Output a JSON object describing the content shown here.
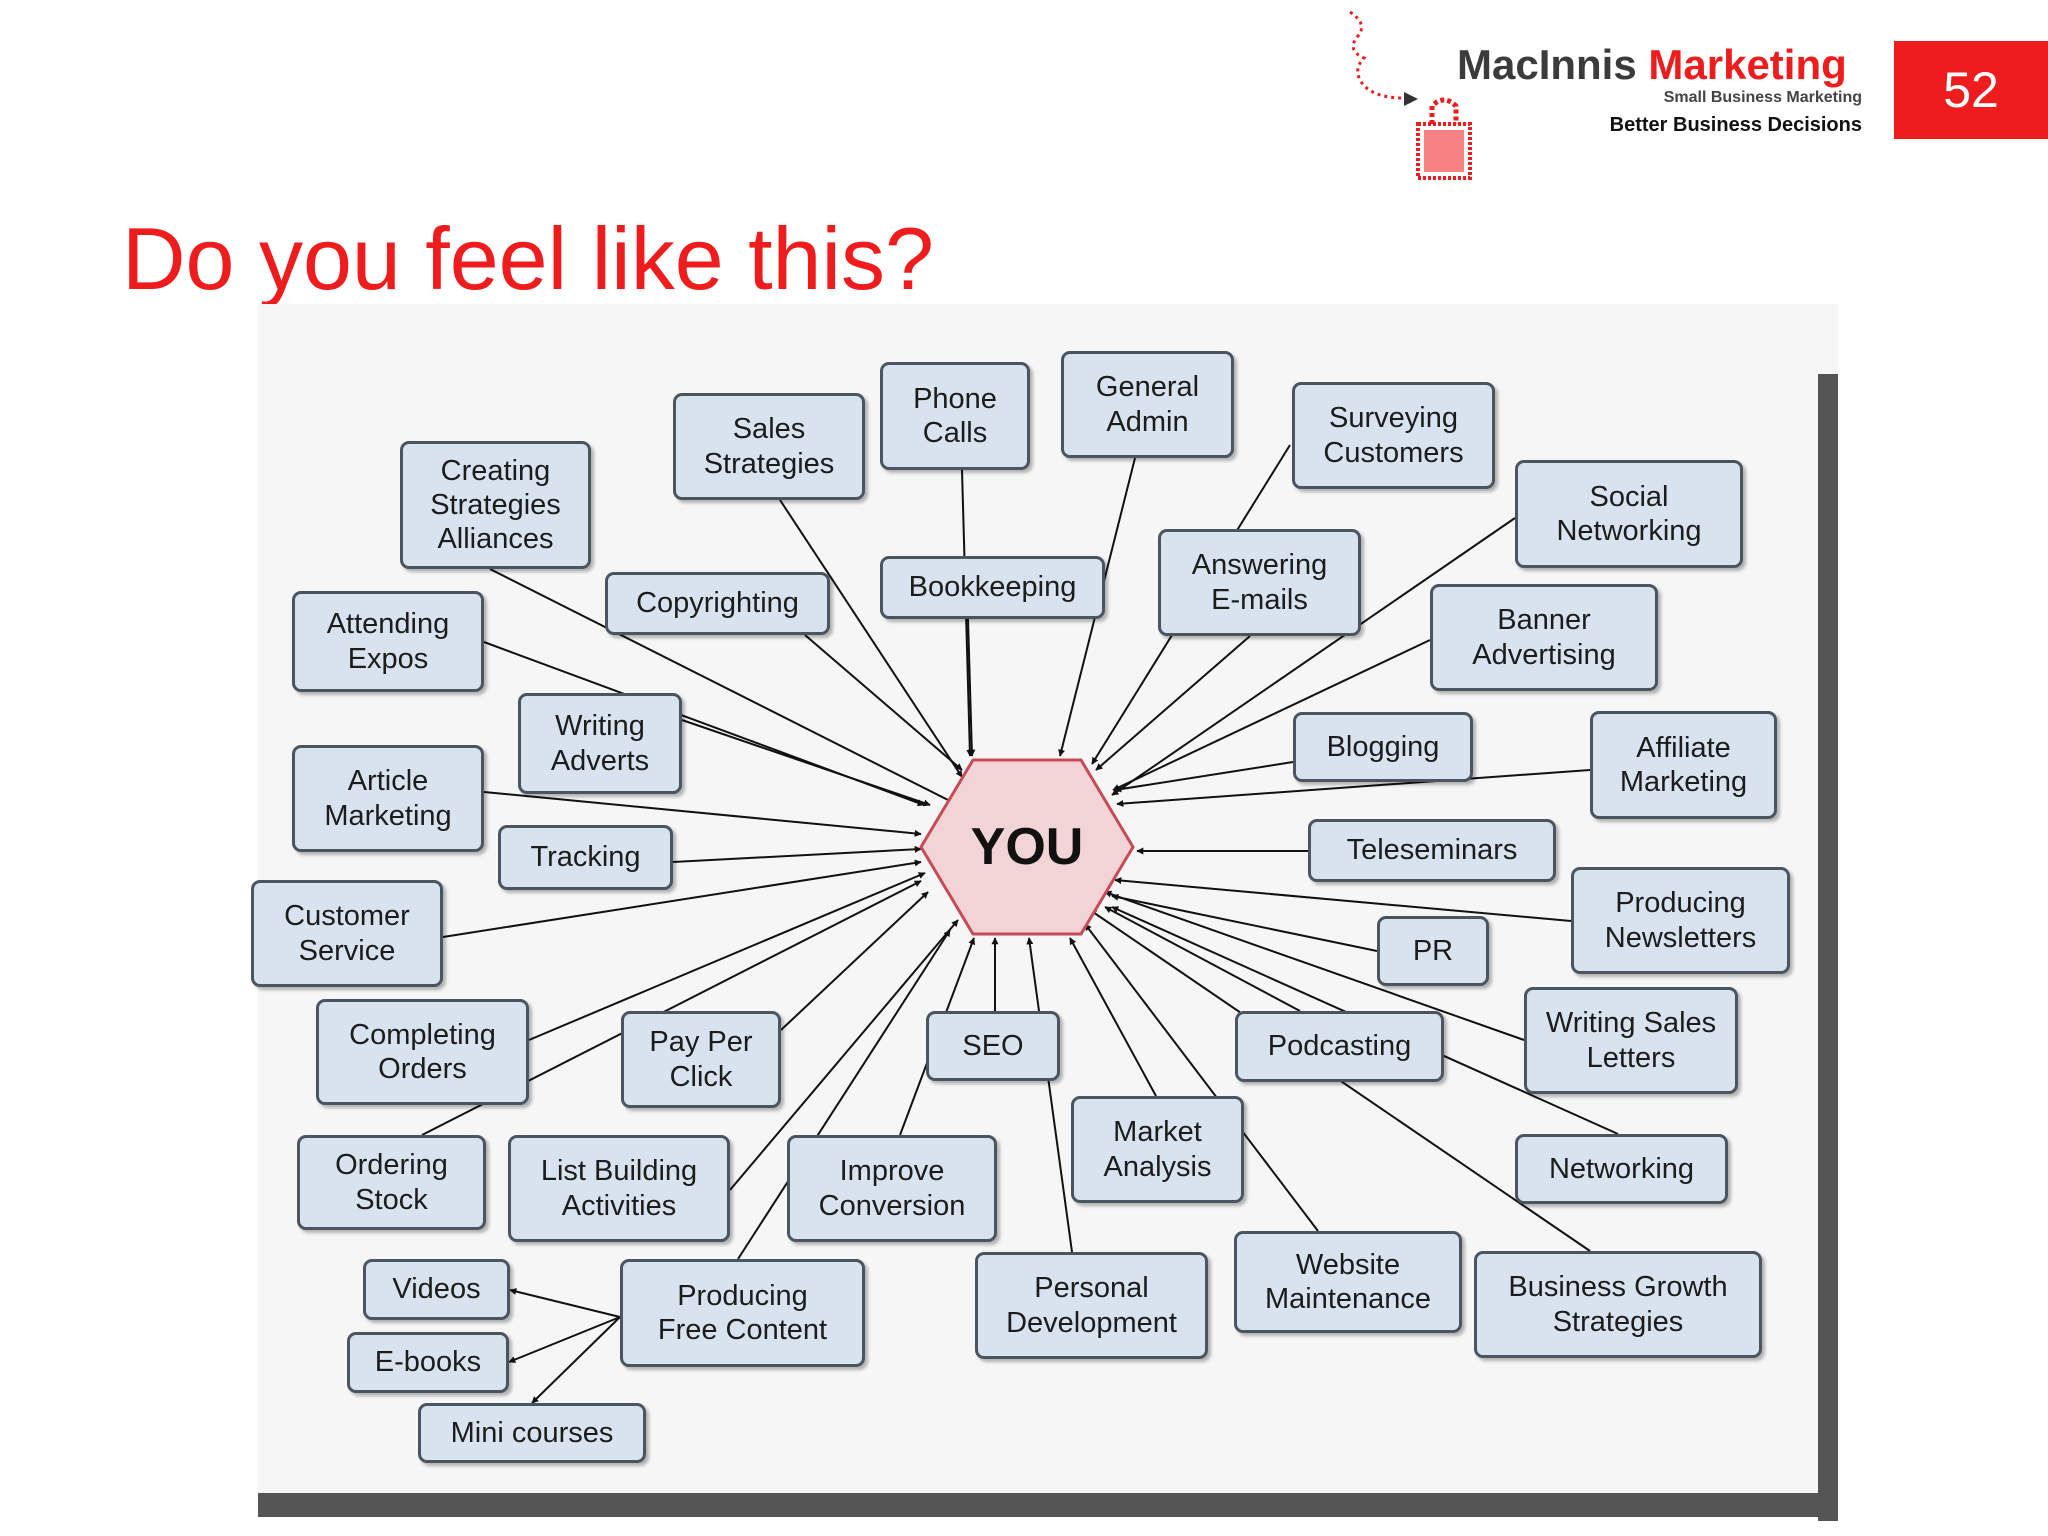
{
  "slide": {
    "number": "52",
    "title": "Do you feel like this?"
  },
  "logo": {
    "name_part1": "MacInnis",
    "name_part2": "Marketing",
    "subtitle": "Small Business Marketing",
    "tagline": "Better Business Decisions",
    "icon": "dotted-shopping-bag-icon"
  },
  "colors": {
    "accent": "#ee1c1c",
    "node_fill": "#d8e3ef",
    "node_border": "#4a5560",
    "hub_fill": "#f2d4d6",
    "hub_border": "#c64b57"
  },
  "diagram": {
    "hub": "YOU",
    "nodes": [
      {
        "id": "creating-strategies-alliances",
        "label": "Creating\nStrategies\nAlliances"
      },
      {
        "id": "sales-strategies",
        "label": "Sales\nStrategies"
      },
      {
        "id": "phone-calls",
        "label": "Phone\nCalls"
      },
      {
        "id": "general-admin",
        "label": "General\nAdmin"
      },
      {
        "id": "surveying-customers",
        "label": "Surveying\nCustomers"
      },
      {
        "id": "social-networking",
        "label": "Social\nNetworking"
      },
      {
        "id": "attending-expos",
        "label": "Attending\nExpos"
      },
      {
        "id": "copyrighting",
        "label": "Copyrighting"
      },
      {
        "id": "bookkeeping",
        "label": "Bookkeeping"
      },
      {
        "id": "answering-emails",
        "label": "Answering\nE-mails"
      },
      {
        "id": "banner-advertising",
        "label": "Banner\nAdvertising"
      },
      {
        "id": "writing-adverts",
        "label": "Writing\nAdverts"
      },
      {
        "id": "article-marketing",
        "label": "Article\nMarketing"
      },
      {
        "id": "blogging",
        "label": "Blogging"
      },
      {
        "id": "affiliate-marketing",
        "label": "Affiliate\nMarketing"
      },
      {
        "id": "tracking",
        "label": "Tracking"
      },
      {
        "id": "teleseminars",
        "label": "Teleseminars"
      },
      {
        "id": "customer-service",
        "label": "Customer\nService"
      },
      {
        "id": "producing-newsletters",
        "label": "Producing\nNewsletters"
      },
      {
        "id": "pr",
        "label": "PR"
      },
      {
        "id": "completing-orders",
        "label": "Completing\nOrders"
      },
      {
        "id": "pay-per-click",
        "label": "Pay Per\nClick"
      },
      {
        "id": "seo",
        "label": "SEO"
      },
      {
        "id": "podcasting",
        "label": "Podcasting"
      },
      {
        "id": "writing-sales-letters",
        "label": "Writing Sales\nLetters"
      },
      {
        "id": "market-analysis",
        "label": "Market\nAnalysis"
      },
      {
        "id": "ordering-stock",
        "label": "Ordering\nStock"
      },
      {
        "id": "list-building-activities",
        "label": "List Building\nActivities"
      },
      {
        "id": "improve-conversion",
        "label": "Improve\nConversion"
      },
      {
        "id": "networking",
        "label": "Networking"
      },
      {
        "id": "videos",
        "label": "Videos"
      },
      {
        "id": "producing-free-content",
        "label": "Producing\nFree Content"
      },
      {
        "id": "personal-development",
        "label": "Personal\nDevelopment"
      },
      {
        "id": "website-maintenance",
        "label": "Website\nMaintenance"
      },
      {
        "id": "business-growth-strategies",
        "label": "Business Growth\nStrategies"
      },
      {
        "id": "e-books",
        "label": "E-books"
      },
      {
        "id": "mini-courses",
        "label": "Mini courses"
      }
    ],
    "edges": [
      {
        "from": "creating-strategies-alliances",
        "to": "hub"
      },
      {
        "from": "sales-strategies",
        "to": "hub"
      },
      {
        "from": "phone-calls",
        "to": "hub"
      },
      {
        "from": "general-admin",
        "to": "hub"
      },
      {
        "from": "surveying-customers",
        "to": "hub"
      },
      {
        "from": "social-networking",
        "to": "hub"
      },
      {
        "from": "attending-expos",
        "to": "hub"
      },
      {
        "from": "copyrighting",
        "to": "hub"
      },
      {
        "from": "bookkeeping",
        "to": "hub"
      },
      {
        "from": "answering-emails",
        "to": "hub"
      },
      {
        "from": "banner-advertising",
        "to": "hub"
      },
      {
        "from": "writing-adverts",
        "to": "hub"
      },
      {
        "from": "article-marketing",
        "to": "hub"
      },
      {
        "from": "blogging",
        "to": "hub"
      },
      {
        "from": "affiliate-marketing",
        "to": "hub"
      },
      {
        "from": "tracking",
        "to": "hub"
      },
      {
        "from": "teleseminars",
        "to": "hub"
      },
      {
        "from": "customer-service",
        "to": "hub"
      },
      {
        "from": "producing-newsletters",
        "to": "hub"
      },
      {
        "from": "pr",
        "to": "hub"
      },
      {
        "from": "completing-orders",
        "to": "hub"
      },
      {
        "from": "ordering-stock",
        "to": "hub"
      },
      {
        "from": "pay-per-click",
        "to": "hub"
      },
      {
        "from": "seo",
        "to": "hub"
      },
      {
        "from": "podcasting",
        "to": "hub"
      },
      {
        "from": "writing-sales-letters",
        "to": "hub"
      },
      {
        "from": "market-analysis",
        "to": "hub"
      },
      {
        "from": "list-building-activities",
        "to": "hub"
      },
      {
        "from": "improve-conversion",
        "to": "hub"
      },
      {
        "from": "networking",
        "to": "hub"
      },
      {
        "from": "producing-free-content",
        "to": "hub"
      },
      {
        "from": "personal-development",
        "to": "hub"
      },
      {
        "from": "website-maintenance",
        "to": "hub"
      },
      {
        "from": "business-growth-strategies",
        "to": "hub"
      },
      {
        "from": "producing-free-content",
        "to": "videos"
      },
      {
        "from": "producing-free-content",
        "to": "e-books"
      },
      {
        "from": "producing-free-content",
        "to": "mini-courses"
      }
    ]
  }
}
